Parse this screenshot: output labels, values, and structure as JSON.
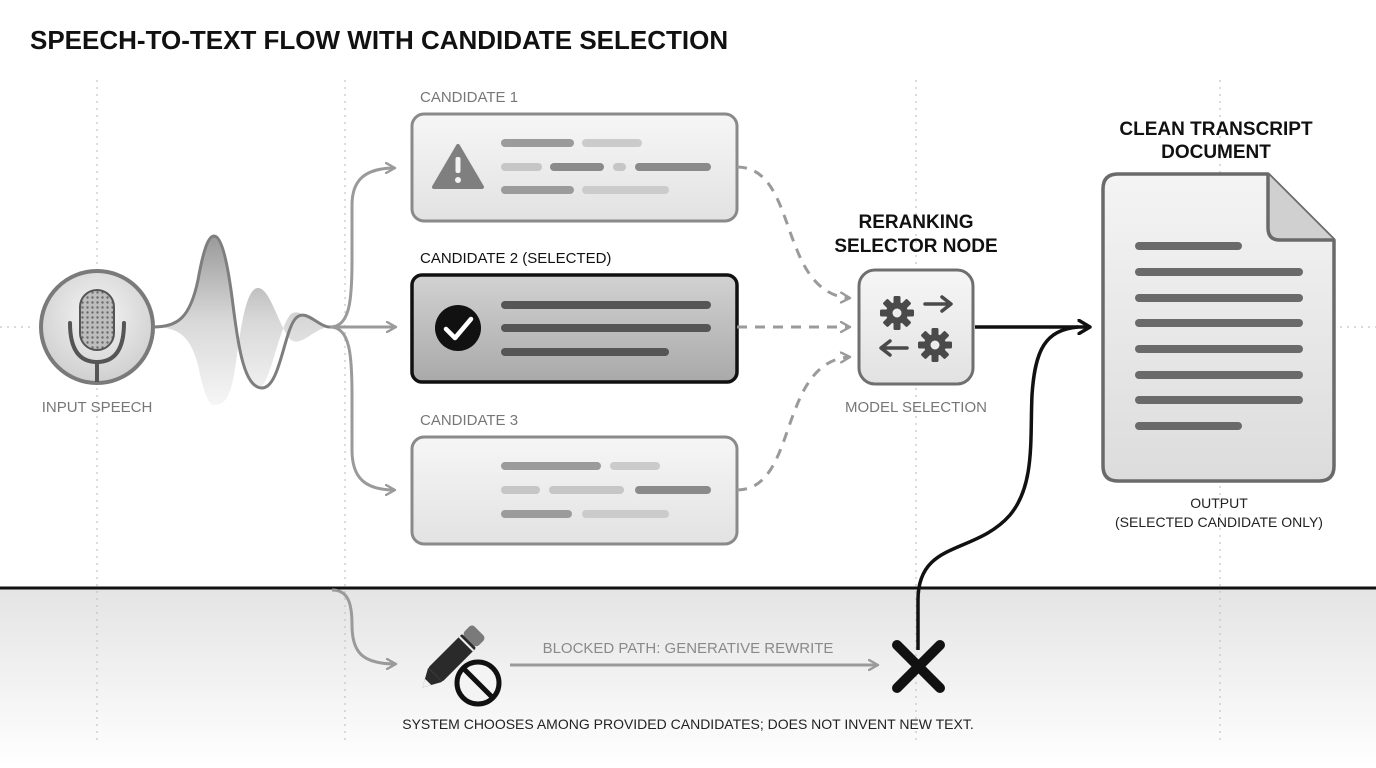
{
  "title": "SPEECH-TO-TEXT FLOW WITH CANDIDATE SELECTION",
  "input": {
    "label": "INPUT SPEECH",
    "icon": "microphone-icon"
  },
  "candidates": [
    {
      "label": "CANDIDATE 1",
      "icon": "warning-icon",
      "selected": false
    },
    {
      "label": "CANDIDATE 2 (SELECTED)",
      "icon": "checkmark-icon",
      "selected": true
    },
    {
      "label": "CANDIDATE 3",
      "icon": "",
      "selected": false
    }
  ],
  "selector": {
    "title_line1": "RERANKING",
    "title_line2": "SELECTOR NODE",
    "label": "MODEL SELECTION",
    "icon": "gears-exchange-icon"
  },
  "output": {
    "title_line1": "CLEAN TRANSCRIPT",
    "title_line2": "DOCUMENT",
    "caption_line1": "OUTPUT",
    "caption_line2": "(SELECTED CANDIDATE ONLY)",
    "icon": "document-icon"
  },
  "blocked": {
    "label": "BLOCKED PATH: GENERATIVE REWRITE",
    "icon": "pencil-prohibited-icon",
    "end_icon": "x-mark-icon"
  },
  "footer": "SYSTEM CHOOSES AMONG PROVIDED CANDIDATES; DOES NOT INVENT NEW TEXT.",
  "colors": {
    "dark": "#111111",
    "mid_gray": "#8f8f8f",
    "light_gray": "#c8c8c8",
    "panel_bg": "#ededed",
    "selected_bg": "#b3b3b3"
  }
}
